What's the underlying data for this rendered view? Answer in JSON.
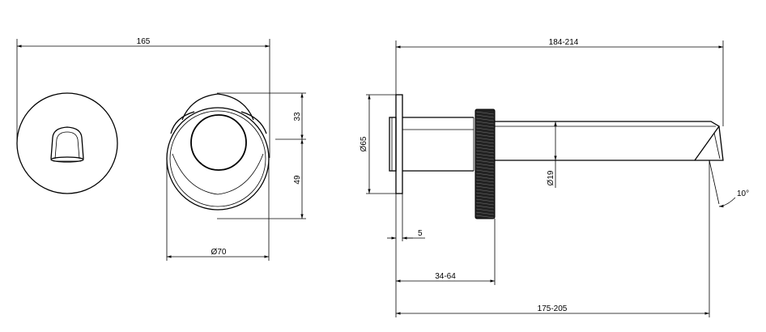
{
  "dimensions": {
    "top_left_width": "165",
    "top_right_length": "184-214",
    "v_upper": "33",
    "v_lower": "49",
    "dia_flange": "Ø70",
    "dia_plate": "Ø65",
    "dia_spout": "Ø19",
    "angle": "10°",
    "plate_thickness": "5",
    "offset_range": "34-64",
    "bottom_length": "175-205"
  },
  "colors": {
    "line": "#000000",
    "background": "#ffffff"
  }
}
